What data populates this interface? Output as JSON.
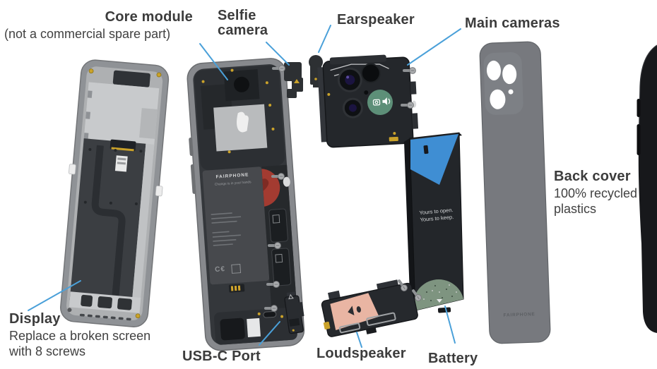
{
  "figure": {
    "type": "exploded-diagram",
    "subject": "Fairphone smartphone components"
  },
  "labels": {
    "core_module": {
      "title": "Core module",
      "subtitle": "(not a commercial spare part)"
    },
    "selfie_camera": {
      "title": "Selfie camera"
    },
    "earspeaker": {
      "title": "Earspeaker"
    },
    "main_cameras": {
      "title": "Main cameras"
    },
    "back_cover": {
      "title": "Back cover",
      "subtitle": "100% recycled plastics"
    },
    "display": {
      "title": "Display",
      "subtitle": "Replace a broken screen with 8 screws"
    },
    "usb_c_port": {
      "title": "USB-C Port"
    },
    "loudspeaker": {
      "title": "Loudspeaker"
    },
    "battery": {
      "title": "Battery"
    }
  },
  "device_text": {
    "battery_slogan_line1": "Yours to open.",
    "battery_slogan_line2": "Yours to keep.",
    "core_module_brand": "FAIRPHONE",
    "core_module_tagline": "Change is in your hands",
    "back_cover_brand": "FAIRPHONE"
  },
  "colors": {
    "callout_line": "#4aa0d9",
    "label_text": "#3c3c3c",
    "battery_blue": "#3f8ed3",
    "battery_green": "#7e9480",
    "camera_badge_green": "#5d8f78",
    "loudspeaker_pink": "#e9b5a3",
    "back_cover_gray": "#77797e",
    "frame_gray": "#8f9296",
    "red_accent": "#a33b31"
  }
}
